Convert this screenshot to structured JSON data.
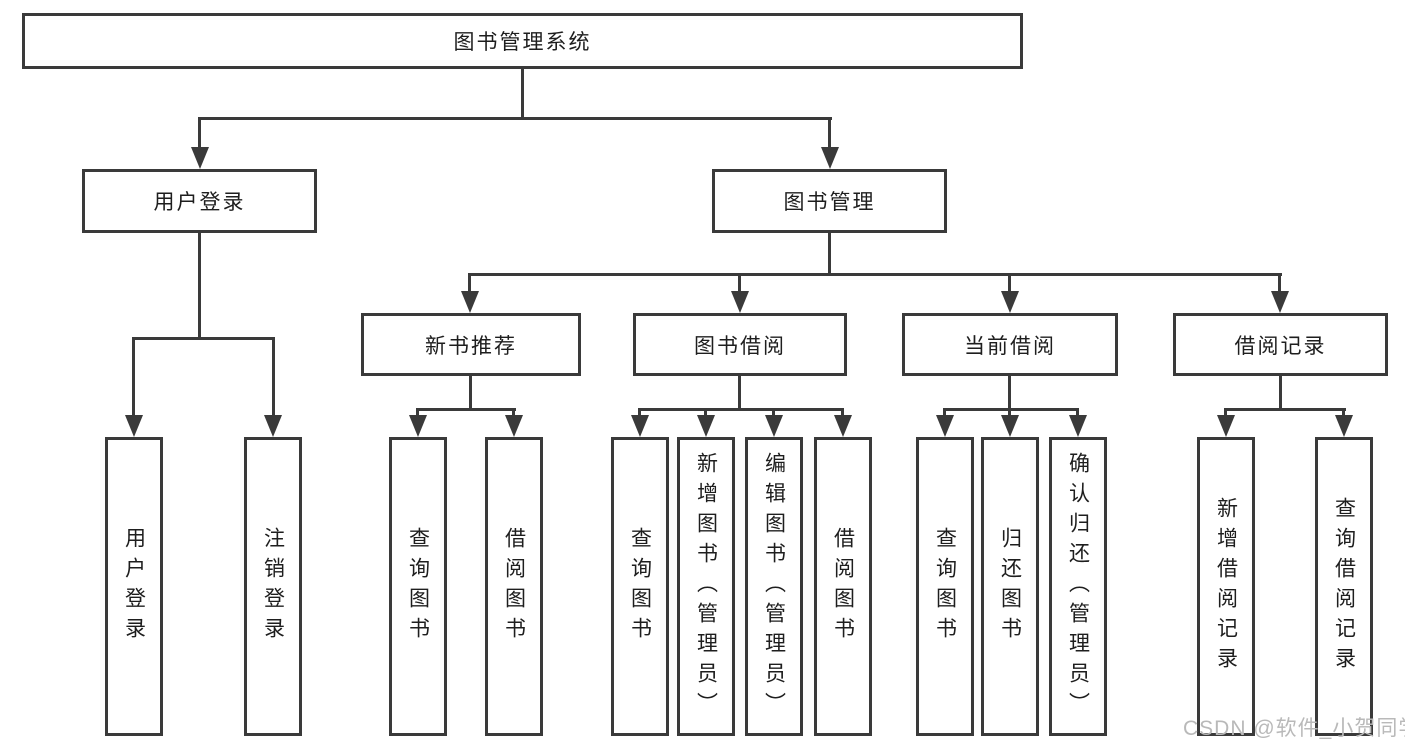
{
  "diagram": {
    "root": {
      "label": "图书管理系统"
    },
    "level1": [
      {
        "label": "用户登录",
        "children": [
          {
            "label": "用户登录"
          },
          {
            "label": "注销登录"
          }
        ]
      },
      {
        "label": "图书管理",
        "modules": [
          {
            "label": "新书推荐",
            "children": [
              {
                "label": "查询图书"
              },
              {
                "label": "借阅图书"
              }
            ]
          },
          {
            "label": "图书借阅",
            "children": [
              {
                "label": "查询图书"
              },
              {
                "label": "新增图书（管理员）"
              },
              {
                "label": "编辑图书（管理员）"
              },
              {
                "label": "借阅图书"
              }
            ]
          },
          {
            "label": "当前借阅",
            "children": [
              {
                "label": "查询图书"
              },
              {
                "label": "归还图书"
              },
              {
                "label": "确认归还（管理员）"
              }
            ]
          },
          {
            "label": "借阅记录",
            "children": [
              {
                "label": "新增借阅记录"
              },
              {
                "label": "查询借阅记录"
              }
            ]
          }
        ]
      }
    ]
  },
  "watermark": {
    "text": "CSDN @软件_小贺同学"
  },
  "colors": {
    "line": "#3a3a3a",
    "text": "#1e1e1e",
    "watermark": "#b9b9b9",
    "background": "#ffffff"
  }
}
